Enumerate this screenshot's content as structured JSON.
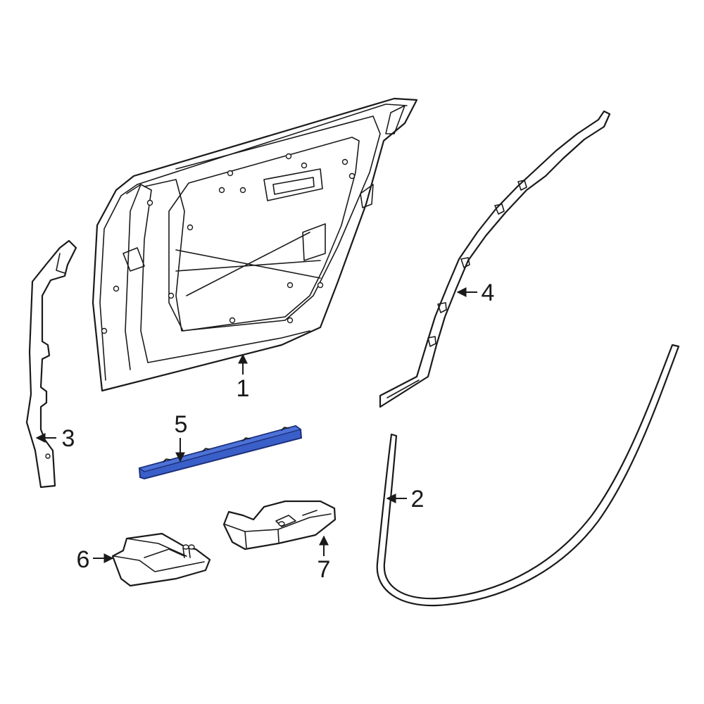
{
  "callouts": {
    "c1": "1",
    "c2": "2",
    "c3": "3",
    "c4": "4",
    "c5": "5",
    "c6": "6",
    "c7": "7"
  },
  "colors": {
    "highlight": "#3a5fc8",
    "highlight_stroke": "#1c2f7a",
    "line": "#1a1a1a",
    "background": "#ffffff"
  }
}
